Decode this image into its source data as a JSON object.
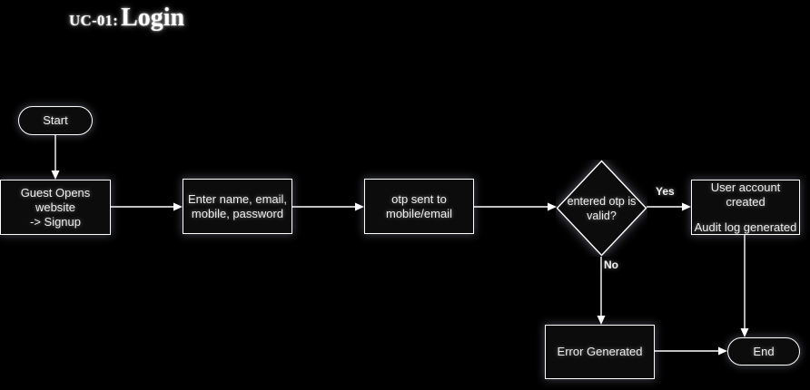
{
  "title": {
    "prefix": "UC-01:",
    "main": "Login"
  },
  "colors": {
    "background": "#000000",
    "node_fill": "#0c0c0d",
    "stroke": "#ffffff",
    "text": "#eeeeee"
  },
  "nodes": {
    "start": {
      "label": "Start",
      "shape": "terminal"
    },
    "signup": {
      "label": "Guest Opens website\n-> Signup",
      "shape": "process"
    },
    "enter_details": {
      "label": "Enter name, email,\nmobile, password",
      "shape": "process"
    },
    "otp_sent": {
      "label": "otp sent to\nmobile/email",
      "shape": "process"
    },
    "otp_valid": {
      "label": "entered otp is\nvalid?",
      "shape": "decision"
    },
    "account_created": {
      "line1": "User account created",
      "line2": "Audit log generated",
      "shape": "process"
    },
    "error": {
      "label": "Error Generated",
      "shape": "process"
    },
    "end": {
      "label": "End",
      "shape": "terminal"
    }
  },
  "edge_labels": {
    "yes": "Yes",
    "no": "No"
  }
}
